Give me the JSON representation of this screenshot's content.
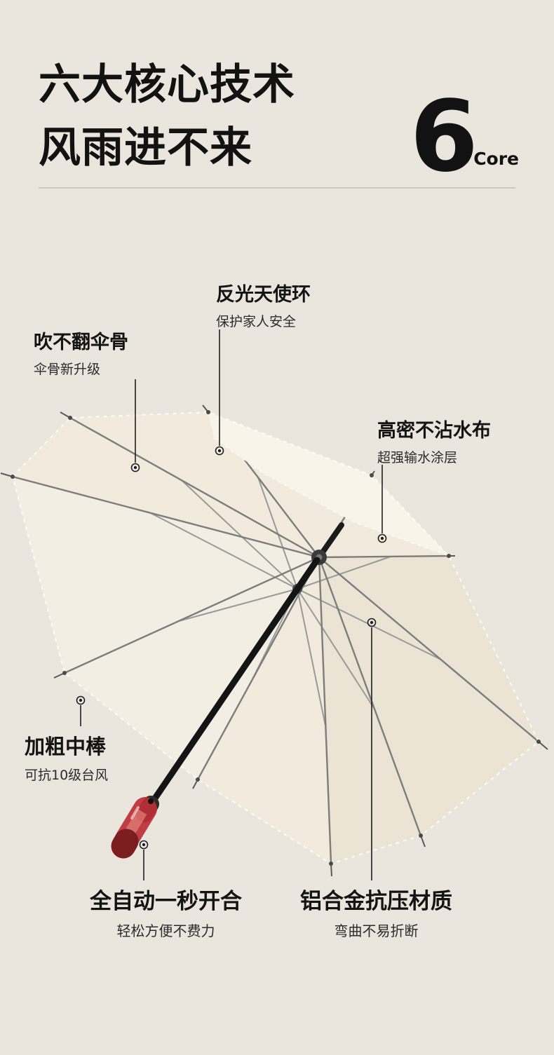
{
  "header": {
    "title_line1": "六大核心技术",
    "title_line2": "风雨进不来",
    "badge_number": "6",
    "badge_label": "Core"
  },
  "callouts": [
    {
      "title": "反光天使环",
      "subtitle": "保护家人安全"
    },
    {
      "title": "吹不翻伞骨",
      "subtitle": "伞骨新升级"
    },
    {
      "title": "高密不沾水布",
      "subtitle": "超强输水涂层"
    },
    {
      "title": "加粗中棒",
      "subtitle": "可抗10级台风"
    },
    {
      "title": "全自动一秒开合",
      "subtitle": "轻松方便不费力"
    },
    {
      "title": "铝合金抗压材质",
      "subtitle": "弯曲不易折断"
    }
  ],
  "colors": {
    "page_background": "#eae5dd",
    "text": "#131313",
    "canopy": "#f1eadd",
    "canopy_top": "#f9f4e9",
    "ribs": "#7d7d7d",
    "shaft": "#141414",
    "handle_red": "#bc3037"
  }
}
